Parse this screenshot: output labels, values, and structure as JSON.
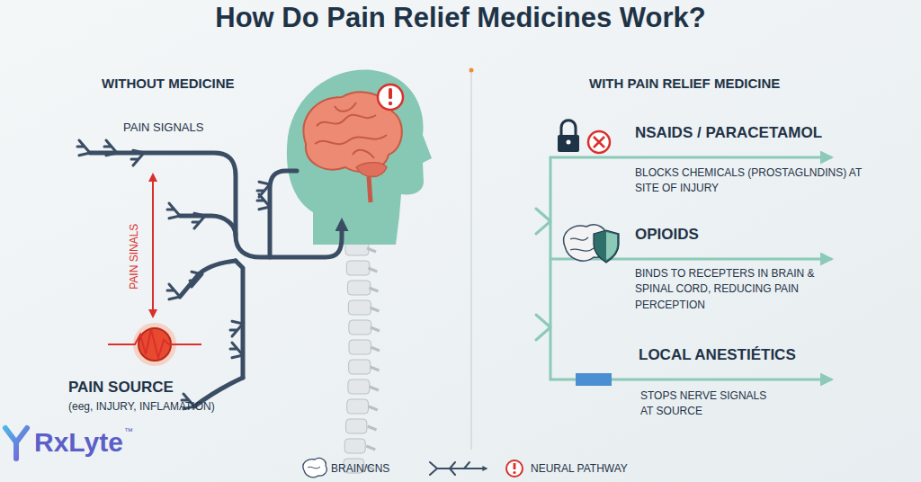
{
  "diagram": {
    "title": "How Do Pain Relief Medicines Work?",
    "nodes": [
      {
        "text": [
          "PAIN SOURCE",
          "(eeg, INJURY, INFLAMATION)"
        ]
      }
    ],
    "labels": [
      "WITHOUT MEDICINE",
      "PAIN SIGNALS",
      "PAIN SINALS",
      "WITH PAIN RELIEF MEDICINE",
      "NSAIDS / PARACETAMOL",
      "BLOCKS CHEMICALS (PROSTAGLNDINS) AT SITE OF INJURY",
      "OPIOIDS",
      "BINDS TO RECEPTERS IN BRAIN & SPINAL CORD, REDUCING PAIN PERCEPTION",
      "LOCAL ANESTIÉTICS",
      "STOPS NERVE SIGNALS AT SOURCE",
      "RxLyte",
      "™"
    ],
    "legend": [
      {
        "text": "BRAIN/CNS"
      },
      {
        "text": "NEURAL PATHWAY"
      }
    ]
  }
}
